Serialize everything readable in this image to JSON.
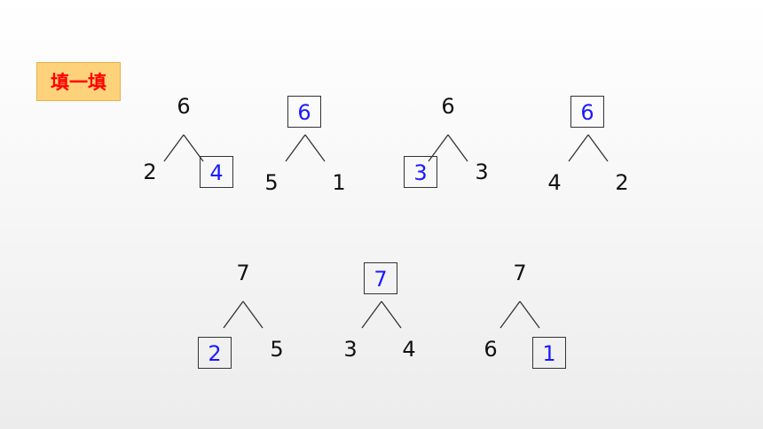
{
  "title_badge": "填一填",
  "trees": [
    {
      "top": "6",
      "left": "2",
      "right": "4",
      "blank": "right"
    },
    {
      "top": "6",
      "left": "5",
      "right": "1",
      "blank": "top"
    },
    {
      "top": "6",
      "left": "3",
      "right": "3",
      "blank": "left"
    },
    {
      "top": "6",
      "left": "4",
      "right": "2",
      "blank": "top"
    },
    {
      "top": "7",
      "left": "2",
      "right": "5",
      "blank": "left"
    },
    {
      "top": "7",
      "left": "3",
      "right": "4",
      "blank": "top"
    },
    {
      "top": "7",
      "left": "6",
      "right": "1",
      "blank": "right"
    }
  ],
  "colors": {
    "answer": "#1a1aff",
    "badge_bg": "#fdd27a",
    "badge_text": "#ff0000"
  }
}
